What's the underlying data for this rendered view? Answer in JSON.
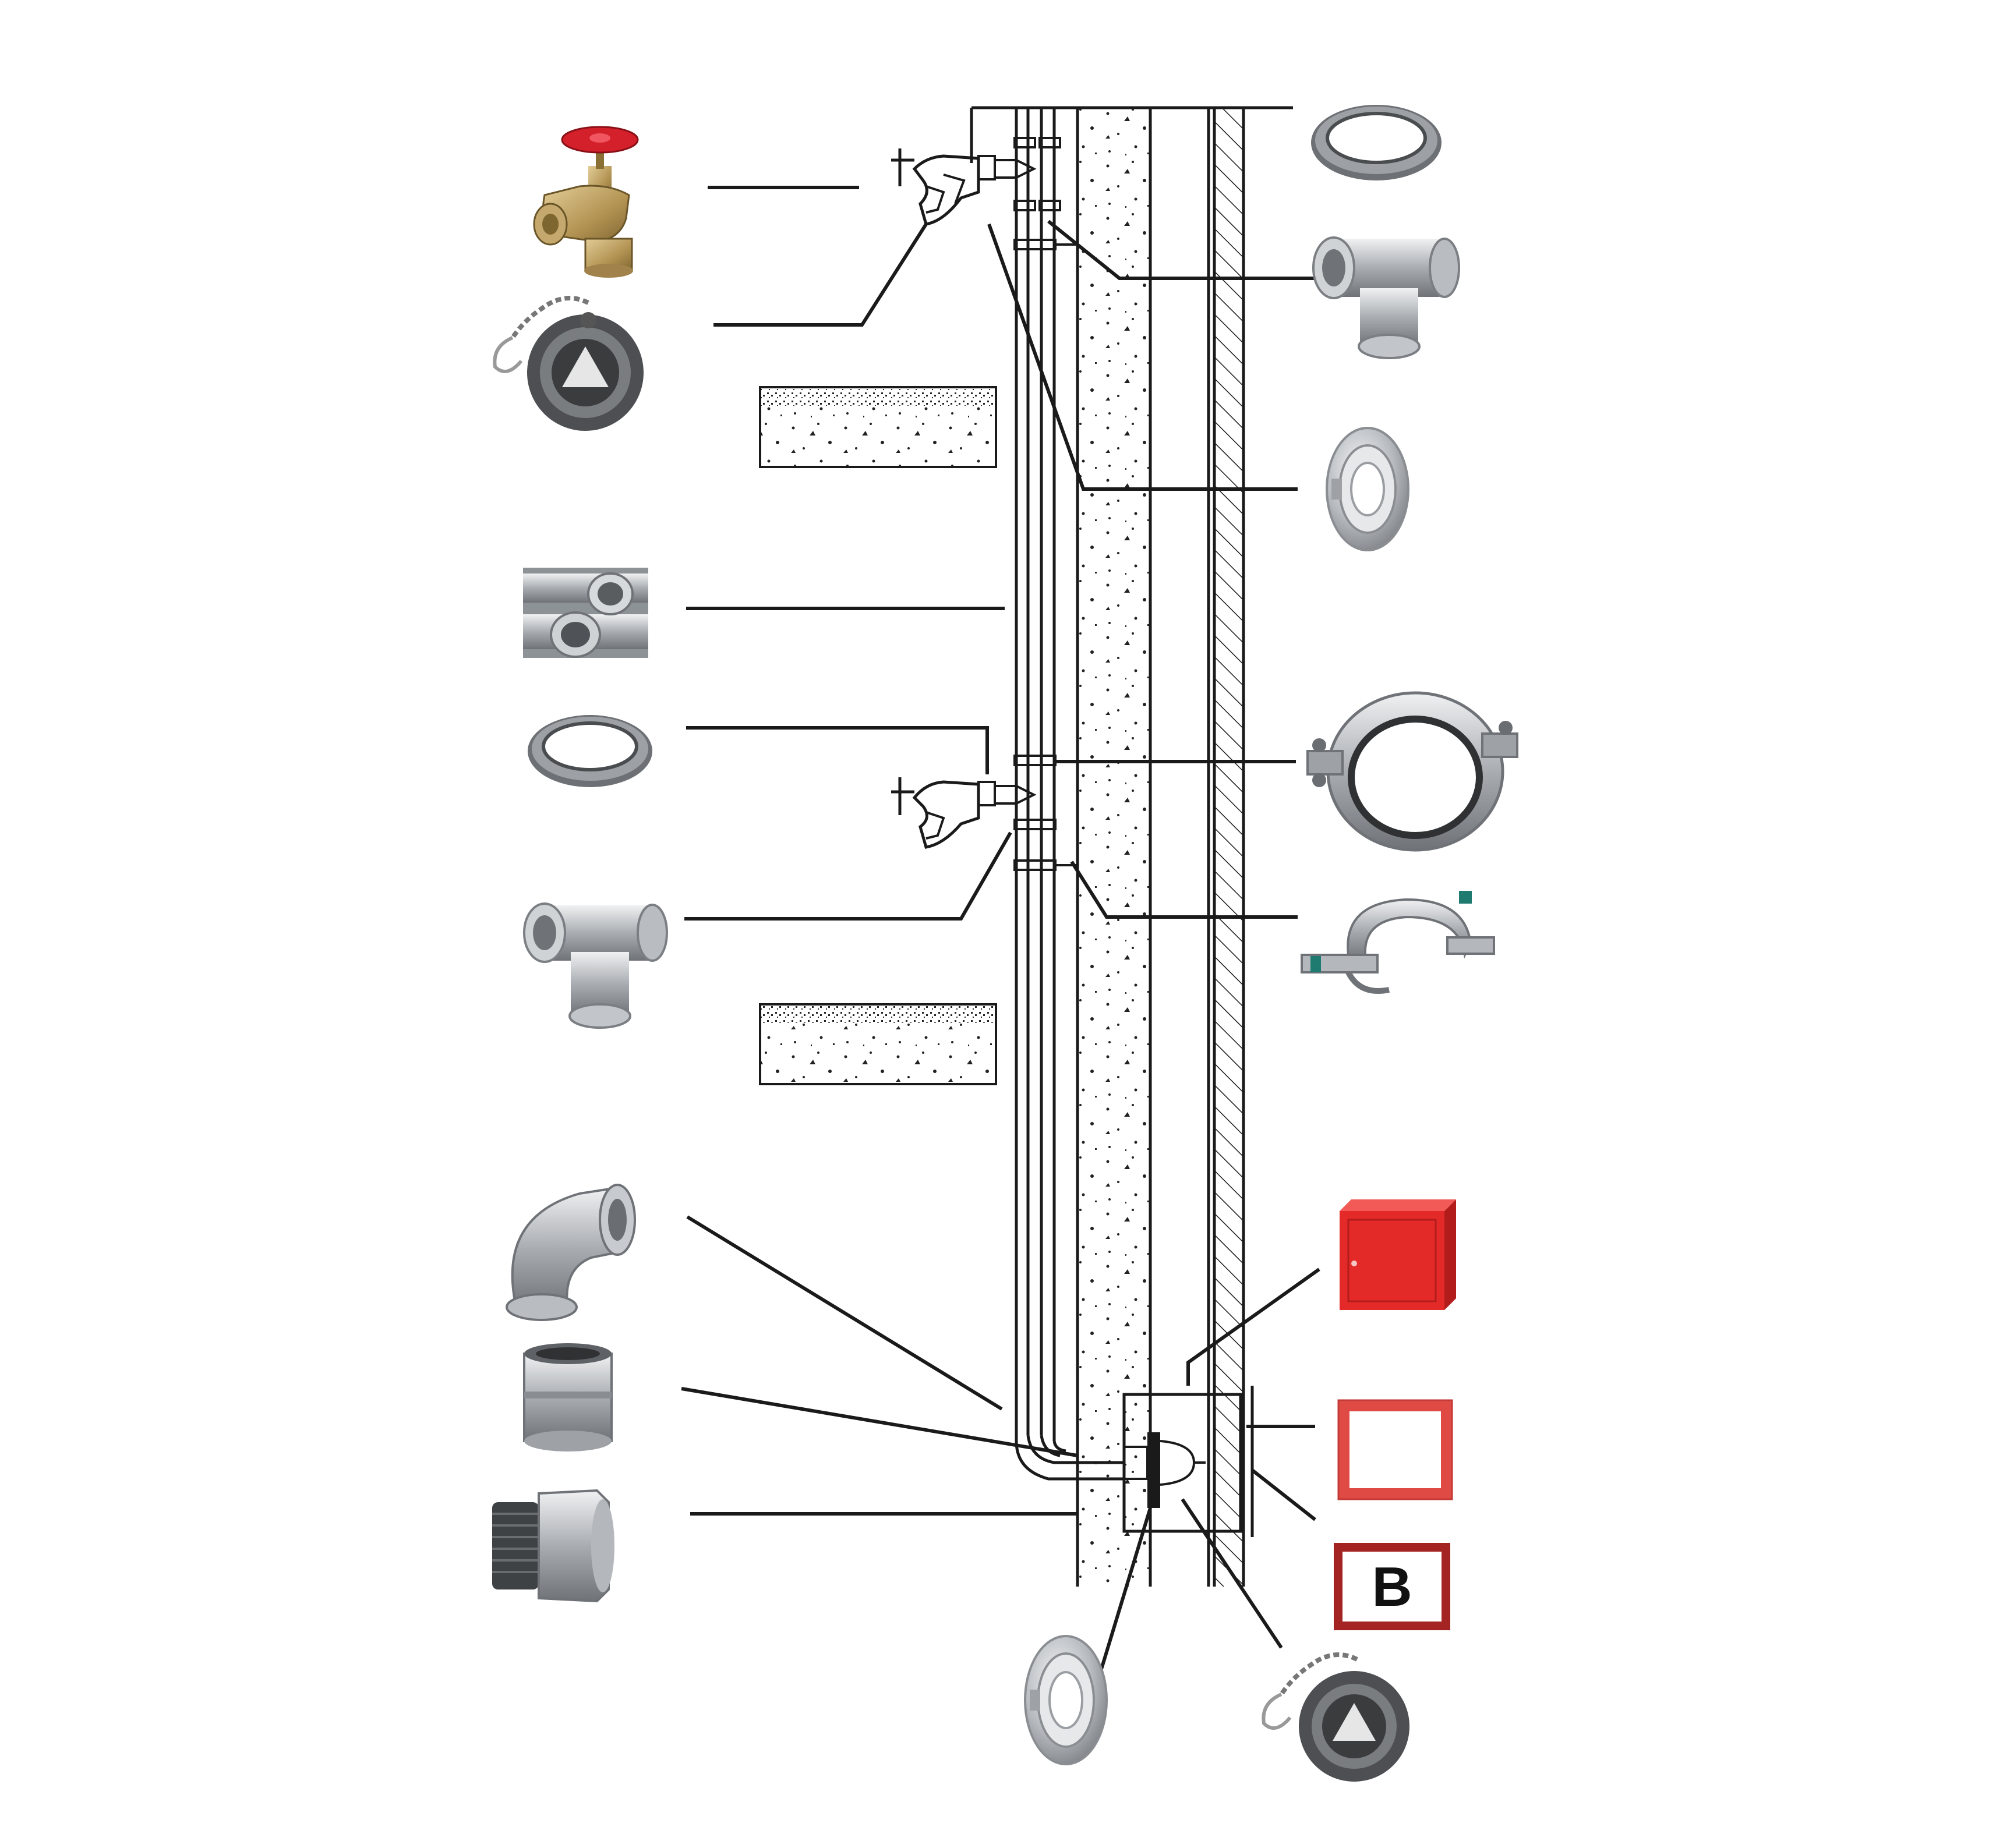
{
  "figure": {
    "components": [
      {
        "id": "hydrant-valve-top",
        "icon": "angle-hydrant-valve-icon"
      },
      {
        "id": "cap-top",
        "icon": "hose-cap-with-chain-icon"
      },
      {
        "id": "groove-pipe",
        "icon": "grooved-pipe-icon"
      },
      {
        "id": "gasket-left",
        "icon": "gasket-ring-icon"
      },
      {
        "id": "tee-left",
        "icon": "grooved-tee-icon"
      },
      {
        "id": "elbow",
        "icon": "grooved-elbow-icon"
      },
      {
        "id": "socket",
        "icon": "threaded-socket-icon"
      },
      {
        "id": "adapter",
        "icon": "threaded-adapter-icon"
      },
      {
        "id": "gasket-right",
        "icon": "gasket-ring-icon"
      },
      {
        "id": "tee-right",
        "icon": "grooved-tee-icon"
      },
      {
        "id": "coupling-right",
        "icon": "storz-coupling-icon"
      },
      {
        "id": "clamp-coupling",
        "icon": "grooved-clamp-coupling-icon"
      },
      {
        "id": "pipe-bracket",
        "icon": "pipe-support-bracket-icon"
      },
      {
        "id": "cabinet",
        "icon": "fire-hose-cabinet-icon"
      },
      {
        "id": "cabinet-frame",
        "icon": "cabinet-frame-icon"
      },
      {
        "id": "sign-b",
        "icon": "sign-plate-icon"
      },
      {
        "id": "coupling-bottom",
        "icon": "storz-coupling-icon"
      },
      {
        "id": "cap-bottom",
        "icon": "hose-cap-with-chain-icon"
      }
    ],
    "sign_label": "B",
    "colors": {
      "valve_body": "#b89a5e",
      "valve_handwheel": "#d4202a",
      "cabinet": "#e32a28",
      "frame": "#e04a45",
      "sign_border": "#a32422",
      "metal": "#c9ccd0",
      "dark_metal": "#5a5d60",
      "line": "#1a1a1a"
    }
  }
}
